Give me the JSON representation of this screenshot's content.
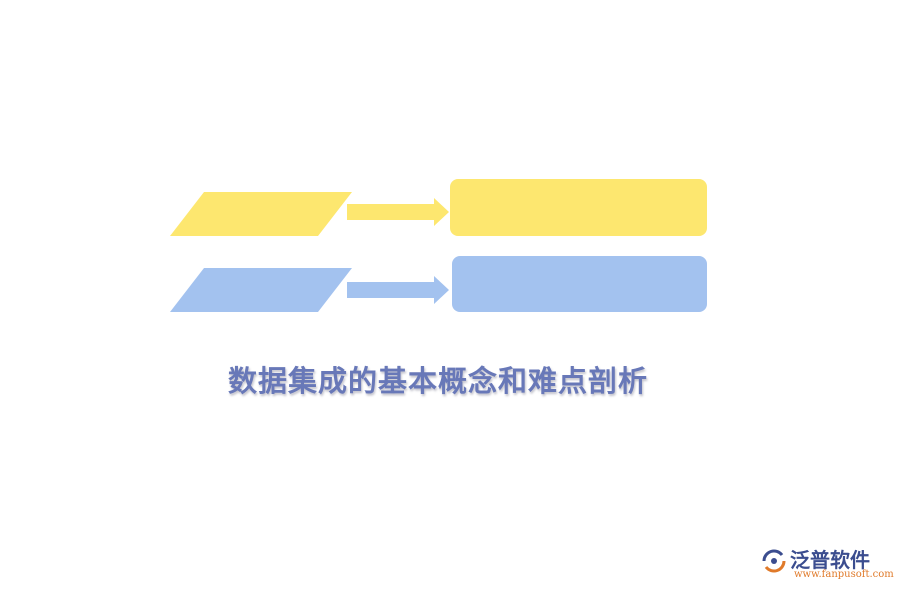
{
  "title": "数据集成的基本概念和难点剖析",
  "colors": {
    "row1": "#fde76f",
    "row2": "#a3c2ef",
    "title": "#6878b8"
  },
  "logo": {
    "name": "泛普软件",
    "url": "www.fanpusoft.com"
  }
}
